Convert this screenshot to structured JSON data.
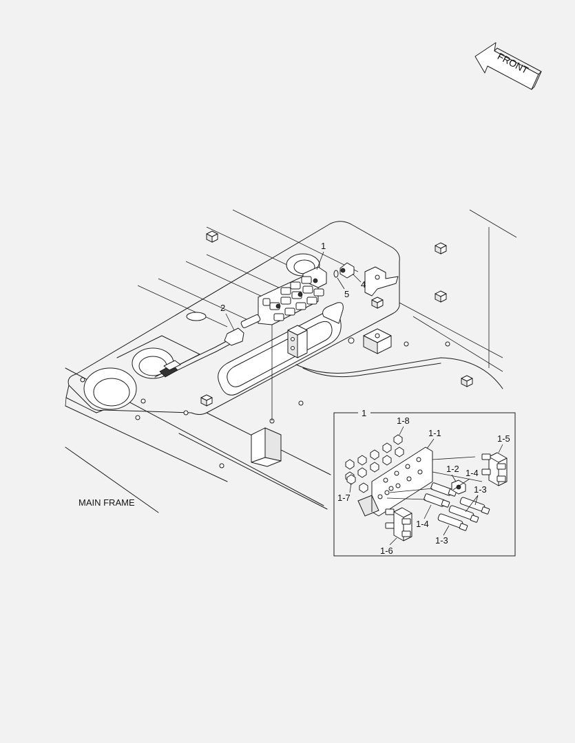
{
  "orientation": {
    "arrow_label": "FRONT"
  },
  "frame_label": "MAIN FRAME",
  "main_callouts": {
    "c1": "1",
    "c2": "2",
    "c4": "4",
    "c5": "5"
  },
  "detail": {
    "title": "1",
    "callouts": {
      "p1_1": "1-1",
      "p1_2": "1-2",
      "p1_3a": "1-3",
      "p1_3b": "1-3",
      "p1_4a": "1-4",
      "p1_4b": "1-4",
      "p1_5": "1-5",
      "p1_6": "1-6",
      "p1_7": "1-7",
      "p1_8": "1-8"
    }
  },
  "colors": {
    "line": "#1a1a1a",
    "background": "#f2f2f2",
    "fill": "#ffffff"
  }
}
